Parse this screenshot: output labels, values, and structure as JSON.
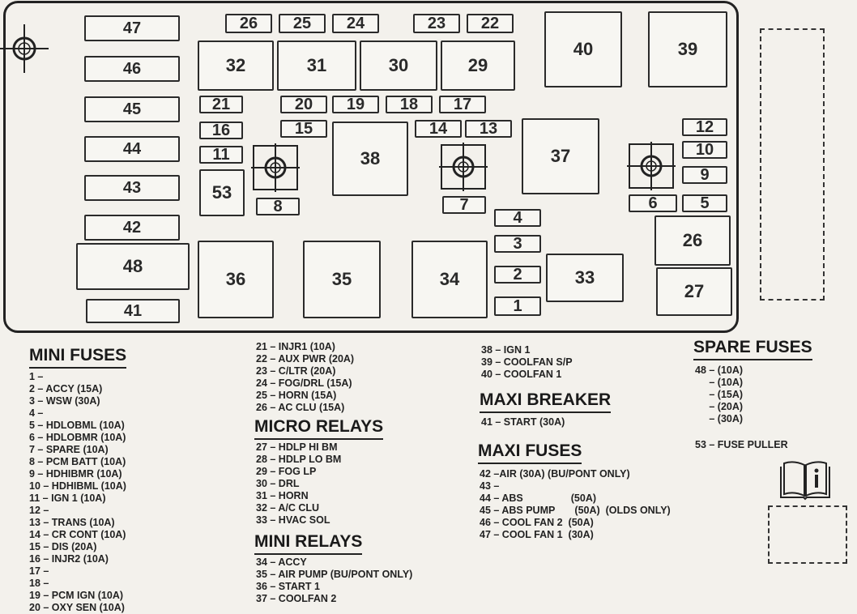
{
  "diagram": {
    "mini_fuse_boxes": [
      "47",
      "46",
      "45",
      "44",
      "43",
      "42",
      "41",
      "26",
      "25",
      "24",
      "23",
      "22",
      "21",
      "20",
      "19",
      "18",
      "17",
      "16",
      "15",
      "14",
      "13",
      "12",
      "11",
      "10",
      "9",
      "8",
      "7",
      "6",
      "5",
      "4",
      "3",
      "2",
      "1"
    ],
    "relay_boxes": {
      "b32": "32",
      "b31": "31",
      "b30": "30",
      "b29": "29",
      "b40": "40",
      "b39": "39",
      "b38": "38",
      "b37": "37",
      "b53": "53",
      "b48": "48",
      "b36": "36",
      "b35": "35",
      "b34": "34",
      "b33": "33",
      "b26r": "26",
      "b27": "27"
    },
    "labels": {
      "f47": "47",
      "f46": "46",
      "f45": "45",
      "f44": "44",
      "f43": "43",
      "f42": "42",
      "f41": "41",
      "f26": "26",
      "f25": "25",
      "f24": "24",
      "f23": "23",
      "f22": "22",
      "f21": "21",
      "f20": "20",
      "f19": "19",
      "f18": "18",
      "f17": "17",
      "f16": "16",
      "f15": "15",
      "f14": "14",
      "f13": "13",
      "f12": "12",
      "f11": "11",
      "f10": "10",
      "f9": "9",
      "f8": "8",
      "f7": "7",
      "f6": "6",
      "f5": "5",
      "f4": "4",
      "f3": "3",
      "f2": "2",
      "f1": "1"
    }
  },
  "legend": {
    "mini_fuses": {
      "title": "MINI FUSES",
      "items": [
        "1 –",
        "2 – ACCY (15A)",
        "3 – WSW (30A)",
        "4 –",
        "5 – HDLOBML (10A)",
        "6 – HDLOBMR (10A)",
        "7 – SPARE (10A)",
        "8 – PCM BATT (10A)",
        "9 – HDHIBMR (10A)",
        "10 – HDHIBML (10A)",
        "11 – IGN 1 (10A)",
        "12 –",
        "13 – TRANS (10A)",
        "14 – CR CONT (10A)",
        "15 – DIS (20A)",
        "16 – INJR2 (10A)",
        "17 –",
        "18 –",
        "19 – PCM IGN (10A)",
        "20 – OXY SEN (10A)"
      ]
    },
    "mini_fuses_cont": [
      "21 – INJR1 (10A)",
      "22 – AUX PWR (20A)",
      "23 – C/LTR (20A)",
      "24 – FOG/DRL (15A)",
      "25 – HORN (15A)",
      "26 – AC CLU (15A)"
    ],
    "micro_relays": {
      "title": "MICRO RELAYS",
      "items": [
        "27 – HDLP HI BM",
        "28 – HDLP LO BM",
        "29 – FOG LP",
        "30 – DRL",
        "31 – HORN",
        "32 – A/C CLU",
        "33 – HVAC SOL"
      ]
    },
    "mini_relays": {
      "title": "MINI RELAYS",
      "items": [
        "34 – ACCY",
        "35 – AIR PUMP (BU/PONT ONLY)",
        "36 – START 1",
        "37 – COOLFAN 2"
      ]
    },
    "relays_cont": [
      "38 – IGN 1",
      "39 – COOLFAN S/P",
      "40 – COOLFAN 1"
    ],
    "maxi_breaker": {
      "title": "MAXI BREAKER",
      "items": [
        "41 – START (30A)"
      ]
    },
    "maxi_fuses": {
      "title": "MAXI FUSES",
      "items": [
        "42 –AIR (30A) (BU/PONT ONLY)",
        "43 –",
        "44 – ABS                 (50A)",
        "45 – ABS PUMP       (50A)  (OLDS ONLY)",
        "46 – COOL FAN 2  (50A)",
        "47 – COOL FAN 1  (30A)"
      ]
    },
    "spare_fuses": {
      "title": "SPARE FUSES",
      "items": [
        "48 – (10A)",
        "     – (10A)",
        "     – (15A)",
        "     – (20A)",
        "     – (30A)"
      ]
    },
    "fuse_puller": "53 – FUSE PULLER"
  }
}
